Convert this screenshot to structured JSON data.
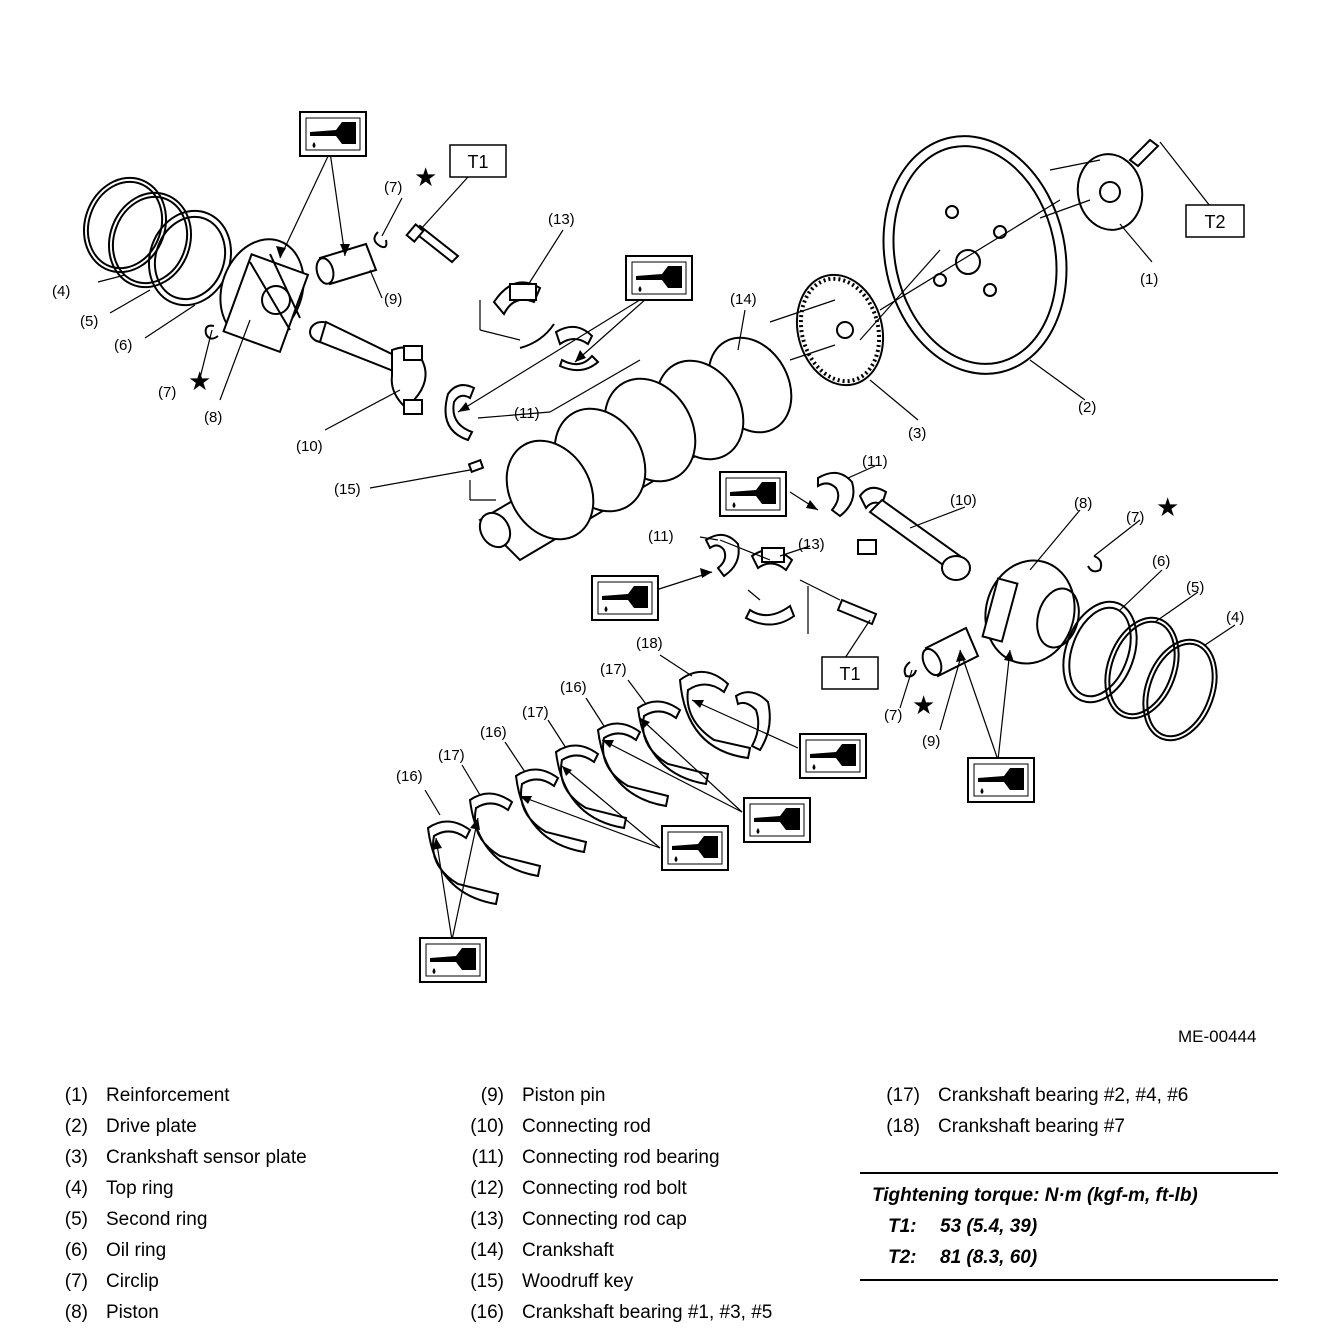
{
  "callouts": {
    "c1": "(1)",
    "c2": "(2)",
    "c3": "(3)",
    "c4": "(4)",
    "c5": "(5)",
    "c6": "(6)",
    "c7": "(7)",
    "c8": "(8)",
    "c9": "(9)",
    "c10": "(10)",
    "c11": "(11)",
    "c13": "(13)",
    "c14": "(14)",
    "c15": "(15)",
    "c16": "(16)",
    "c17": "(17)",
    "c18": "(18)"
  },
  "torque_keys": {
    "t1": "T1",
    "t2": "T2"
  },
  "figure_code": "ME-00444",
  "legend": [
    {
      "num": "(1)",
      "name": "Reinforcement"
    },
    {
      "num": "(2)",
      "name": "Drive plate"
    },
    {
      "num": "(3)",
      "name": "Crankshaft sensor plate"
    },
    {
      "num": "(4)",
      "name": "Top ring"
    },
    {
      "num": "(5)",
      "name": "Second ring"
    },
    {
      "num": "(6)",
      "name": "Oil ring"
    },
    {
      "num": "(7)",
      "name": "Circlip"
    },
    {
      "num": "(8)",
      "name": "Piston"
    },
    {
      "num": "(9)",
      "name": "Piston pin"
    },
    {
      "num": "(10)",
      "name": "Connecting rod"
    },
    {
      "num": "(11)",
      "name": "Connecting rod bearing"
    },
    {
      "num": "(12)",
      "name": "Connecting rod bolt"
    },
    {
      "num": "(13)",
      "name": "Connecting rod cap"
    },
    {
      "num": "(14)",
      "name": "Crankshaft"
    },
    {
      "num": "(15)",
      "name": "Woodruff key"
    },
    {
      "num": "(16)",
      "name": "Crankshaft bearing #1, #3, #5"
    },
    {
      "num": "(17)",
      "name": "Crankshaft bearing #2, #4, #6"
    },
    {
      "num": "(18)",
      "name": "Crankshaft bearing #7"
    }
  ],
  "torque": {
    "title": "Tightening torque: N·m (kgf-m, ft-lb)",
    "rows": [
      {
        "key": "T1:",
        "value": "53 (5.4, 39)"
      },
      {
        "key": "T2:",
        "value": "81 (8.3, 60)"
      }
    ]
  }
}
